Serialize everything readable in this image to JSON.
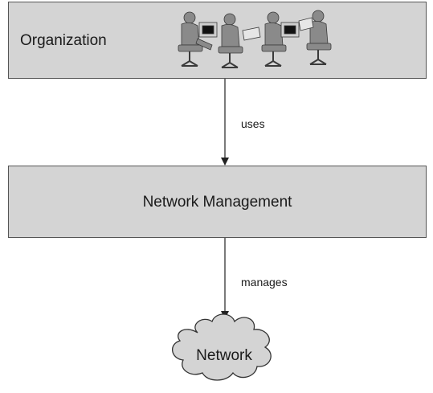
{
  "nodes": {
    "organization": "Organization",
    "network_management": "Network Management",
    "network": "Network"
  },
  "edges": {
    "uses": "uses",
    "manages": "manages"
  },
  "icons": {
    "people": "people-at-computers-illustration",
    "cloud": "cloud-icon"
  },
  "colors": {
    "box_fill": "#d4d4d4",
    "cloud_fill": "#d4d4d4",
    "stroke": "#333333"
  }
}
